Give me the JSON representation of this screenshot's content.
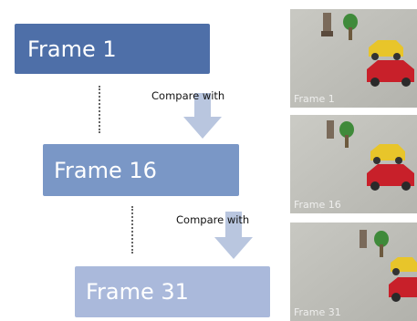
{
  "frames": [
    {
      "label": "Frame 1"
    },
    {
      "label": "Frame 16"
    },
    {
      "label": "Frame 31"
    }
  ],
  "compare_label": "Compare with",
  "thumbnails": [
    {
      "caption": "Frame 1"
    },
    {
      "caption": "Frame 16"
    },
    {
      "caption": "Frame 31"
    }
  ],
  "colors": {
    "frame_1": "#4e6fa8",
    "frame_16": "#7a97c6",
    "frame_31": "#aab9db",
    "arrow": "#b9c6df"
  }
}
